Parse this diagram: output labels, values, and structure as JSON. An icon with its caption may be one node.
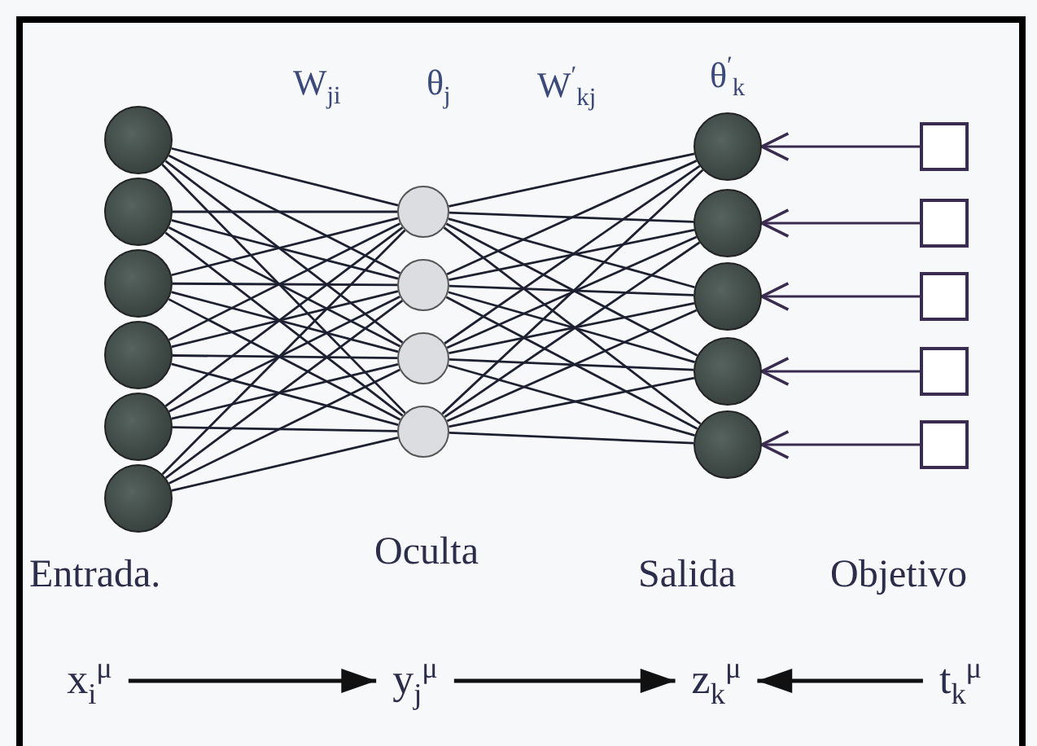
{
  "diagram": {
    "nodes": [
      {
        "text": [],
        "shape": "circle"
      },
      {
        "text": [],
        "shape": "circle"
      },
      {
        "text": [],
        "shape": "circle"
      },
      {
        "text": [],
        "shape": "circle"
      },
      {
        "text": [],
        "shape": "circle"
      },
      {
        "text": [],
        "shape": "circle"
      },
      {
        "text": [],
        "shape": "circle"
      },
      {
        "text": [],
        "shape": "circle"
      },
      {
        "text": [],
        "shape": "circle"
      },
      {
        "text": [],
        "shape": "circle"
      },
      {
        "text": [],
        "shape": "circle"
      },
      {
        "text": [],
        "shape": "circle"
      },
      {
        "text": [],
        "shape": "circle"
      },
      {
        "text": [],
        "shape": "circle"
      },
      {
        "text": [],
        "shape": "circle"
      },
      {
        "text": [],
        "shape": "box"
      },
      {
        "text": [],
        "shape": "box"
      },
      {
        "text": [],
        "shape": "box"
      },
      {
        "text": [],
        "shape": "box"
      },
      {
        "text": [],
        "shape": "box"
      },
      {
        "text": [
          "x$_{i}$$^{μ}$"
        ]
      },
      {
        "text": [
          "y$_{j}$$^{μ}$"
        ]
      },
      {
        "text": [
          "z$_{k}$$^{μ}$"
        ]
      },
      {
        "text": [
          "t$_{k}$$^{μ}$"
        ]
      }
    ],
    "edges": [
      {
        "from": 0,
        "to": 6,
        "arrow": "none"
      },
      {
        "from": 0,
        "to": 7,
        "arrow": "none"
      },
      {
        "from": 0,
        "to": 8,
        "arrow": "none"
      },
      {
        "from": 0,
        "to": 9,
        "arrow": "none"
      },
      {
        "from": 1,
        "to": 6,
        "arrow": "none"
      },
      {
        "from": 1,
        "to": 7,
        "arrow": "none"
      },
      {
        "from": 1,
        "to": 8,
        "arrow": "none"
      },
      {
        "from": 1,
        "to": 9,
        "arrow": "none"
      },
      {
        "from": 2,
        "to": 6,
        "arrow": "none"
      },
      {
        "from": 2,
        "to": 7,
        "arrow": "none"
      },
      {
        "from": 2,
        "to": 8,
        "arrow": "none"
      },
      {
        "from": 2,
        "to": 9,
        "arrow": "none"
      },
      {
        "from": 3,
        "to": 6,
        "arrow": "none"
      },
      {
        "from": 3,
        "to": 7,
        "arrow": "none"
      },
      {
        "from": 3,
        "to": 8,
        "arrow": "none"
      },
      {
        "from": 3,
        "to": 9,
        "arrow": "none"
      },
      {
        "from": 4,
        "to": 6,
        "arrow": "none"
      },
      {
        "from": 4,
        "to": 7,
        "arrow": "none"
      },
      {
        "from": 4,
        "to": 8,
        "arrow": "none"
      },
      {
        "from": 4,
        "to": 9,
        "arrow": "none"
      },
      {
        "from": 5,
        "to": 6,
        "arrow": "none"
      },
      {
        "from": 5,
        "to": 7,
        "arrow": "none"
      },
      {
        "from": 5,
        "to": 8,
        "arrow": "none"
      },
      {
        "from": 5,
        "to": 9,
        "arrow": "none"
      },
      {
        "from": 6,
        "to": 10,
        "arrow": "none"
      },
      {
        "from": 6,
        "to": 11,
        "arrow": "none"
      },
      {
        "from": 6,
        "to": 12,
        "arrow": "none"
      },
      {
        "from": 6,
        "to": 13,
        "arrow": "none"
      },
      {
        "from": 6,
        "to": 14,
        "arrow": "none"
      },
      {
        "from": 7,
        "to": 10,
        "arrow": "none"
      },
      {
        "from": 7,
        "to": 11,
        "arrow": "none"
      },
      {
        "from": 7,
        "to": 12,
        "arrow": "none"
      },
      {
        "from": 7,
        "to": 13,
        "arrow": "none"
      },
      {
        "from": 7,
        "to": 14,
        "arrow": "none"
      },
      {
        "from": 8,
        "to": 10,
        "arrow": "none"
      },
      {
        "from": 8,
        "to": 11,
        "arrow": "none"
      },
      {
        "from": 8,
        "to": 12,
        "arrow": "none"
      },
      {
        "from": 8,
        "to": 13,
        "arrow": "none"
      },
      {
        "from": 8,
        "to": 14,
        "arrow": "none"
      },
      {
        "from": 9,
        "to": 10,
        "arrow": "none"
      },
      {
        "from": 9,
        "to": 11,
        "arrow": "none"
      },
      {
        "from": 9,
        "to": 12,
        "arrow": "none"
      },
      {
        "from": 9,
        "to": 13,
        "arrow": "none"
      },
      {
        "from": 9,
        "to": 14,
        "arrow": "none"
      },
      {
        "from": 15,
        "to": 10,
        "arrow": "to"
      },
      {
        "from": 16,
        "to": 11,
        "arrow": "to"
      },
      {
        "from": 17,
        "to": 12,
        "arrow": "to"
      },
      {
        "from": 18,
        "to": 13,
        "arrow": "to"
      },
      {
        "from": 19,
        "to": 14,
        "arrow": "to"
      },
      {
        "from": 20,
        "to": 21,
        "arrow": "to"
      },
      {
        "from": 21,
        "to": 22,
        "arrow": "to"
      },
      {
        "from": 23,
        "to": 22,
        "arrow": "to"
      }
    ],
    "labels": [
      "W$_{ji}$",
      "θ$_{j}$",
      "W$^{′}$$_{kj}$",
      "θ$^{′}$$_{k}$",
      "Entrada.",
      "Oculta",
      "Salida",
      "Objetivo"
    ]
  }
}
